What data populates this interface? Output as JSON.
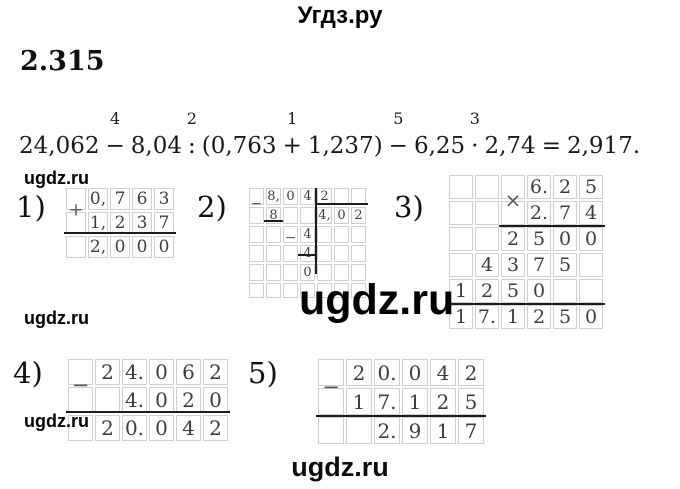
{
  "site": {
    "header_title": "Угдз.ру",
    "watermark_text": "ugdz.ru",
    "footer_text": "ugdz.ru"
  },
  "problem": {
    "number": "2.315",
    "expression": {
      "full_text": "24,062 − 8,04 : (0,763 + 1,237) − 6,25 · 2,74 = 2,917.",
      "tokens": [
        {
          "t": "24,062"
        },
        {
          "t": "−",
          "n": "4"
        },
        {
          "t": "8,04"
        },
        {
          "t": ":",
          "n": "2"
        },
        {
          "t": "(0,763"
        },
        {
          "t": "+",
          "n": "1"
        },
        {
          "t": "1,237)"
        },
        {
          "t": "−",
          "n": "5"
        },
        {
          "t": "6,25"
        },
        {
          "t": "·",
          "n": "3"
        },
        {
          "t": "2,74"
        },
        {
          "t": "="
        },
        {
          "t": "2,917."
        }
      ]
    }
  },
  "calcs": [
    {
      "label": "1)",
      "operation": "addition",
      "rows": [
        [
          "",
          "0,",
          "7",
          "6",
          "3"
        ],
        [
          "",
          "1,",
          "2",
          "3",
          "7"
        ],
        [
          "",
          "2,",
          "0",
          "0",
          "0"
        ]
      ],
      "signs": [
        {
          "row": 0,
          "col": 0,
          "ch": "+"
        }
      ],
      "hlines": [
        {
          "after_row": 1,
          "from": 0,
          "to": 4
        }
      ]
    },
    {
      "label": "2)",
      "operation": "division",
      "rows": [
        [
          "",
          "8,",
          "0",
          "4",
          "2",
          "",
          ""
        ],
        [
          "",
          "8",
          "",
          "",
          "4,",
          "0",
          "2"
        ],
        [
          "",
          "",
          "",
          "4",
          "",
          "",
          ""
        ],
        [
          "",
          "",
          "",
          "4",
          "",
          "",
          ""
        ],
        [
          "",
          "",
          "",
          "0",
          "",
          "",
          ""
        ],
        [
          "",
          "",
          "",
          "",
          "",
          "",
          ""
        ]
      ],
      "signs": [
        {
          "row": 0,
          "col": 0,
          "ch": "−"
        },
        {
          "row": 2,
          "col": 2,
          "ch": "−"
        }
      ],
      "hlines": [
        {
          "after_row": 0,
          "from": 4,
          "to": 6
        },
        {
          "after_row": 1,
          "from": 1,
          "to": 1
        },
        {
          "after_row": 3,
          "from": 3,
          "to": 3
        }
      ],
      "vline": {
        "after_col": 3,
        "from_row": 0,
        "to_row": 4
      }
    },
    {
      "label": "3)",
      "operation": "multiplication",
      "rows": [
        [
          "",
          "",
          "",
          "6.",
          "2",
          "5"
        ],
        [
          "",
          "",
          "",
          "2.",
          "7",
          "4"
        ],
        [
          "",
          "",
          "2",
          "5",
          "0",
          "0"
        ],
        [
          "",
          "4",
          "3",
          "7",
          "5",
          ""
        ],
        [
          "1",
          "2",
          "5",
          "0",
          "",
          ""
        ],
        [
          "1",
          "7.",
          "1",
          "2",
          "5",
          "0"
        ]
      ],
      "signs": [
        {
          "row": 0,
          "col": 2,
          "ch": "×"
        }
      ],
      "hlines": [
        {
          "after_row": 1,
          "from": 2,
          "to": 5
        },
        {
          "after_row": 4,
          "from": 0,
          "to": 5
        }
      ]
    },
    {
      "label": "4)",
      "operation": "subtraction",
      "rows": [
        [
          "",
          "2",
          "4.",
          "0",
          "6",
          "2"
        ],
        [
          "",
          "",
          "4.",
          "0",
          "2",
          "0"
        ],
        [
          "",
          "2",
          "0.",
          "0",
          "4",
          "2"
        ]
      ],
      "signs": [
        {
          "row": 0,
          "col": 0,
          "ch": "−"
        }
      ],
      "hlines": [
        {
          "after_row": 1,
          "from": 0,
          "to": 5
        }
      ]
    },
    {
      "label": "5)",
      "operation": "subtraction",
      "rows": [
        [
          "",
          "2",
          "0.",
          "0",
          "4",
          "2"
        ],
        [
          "",
          "1",
          "7.",
          "1",
          "2",
          "5"
        ],
        [
          "",
          "",
          "2.",
          "9",
          "1",
          "7"
        ]
      ],
      "signs": [
        {
          "row": 0,
          "col": 0,
          "ch": "−"
        }
      ],
      "hlines": [
        {
          "after_row": 1,
          "from": 0,
          "to": 5
        }
      ]
    }
  ]
}
